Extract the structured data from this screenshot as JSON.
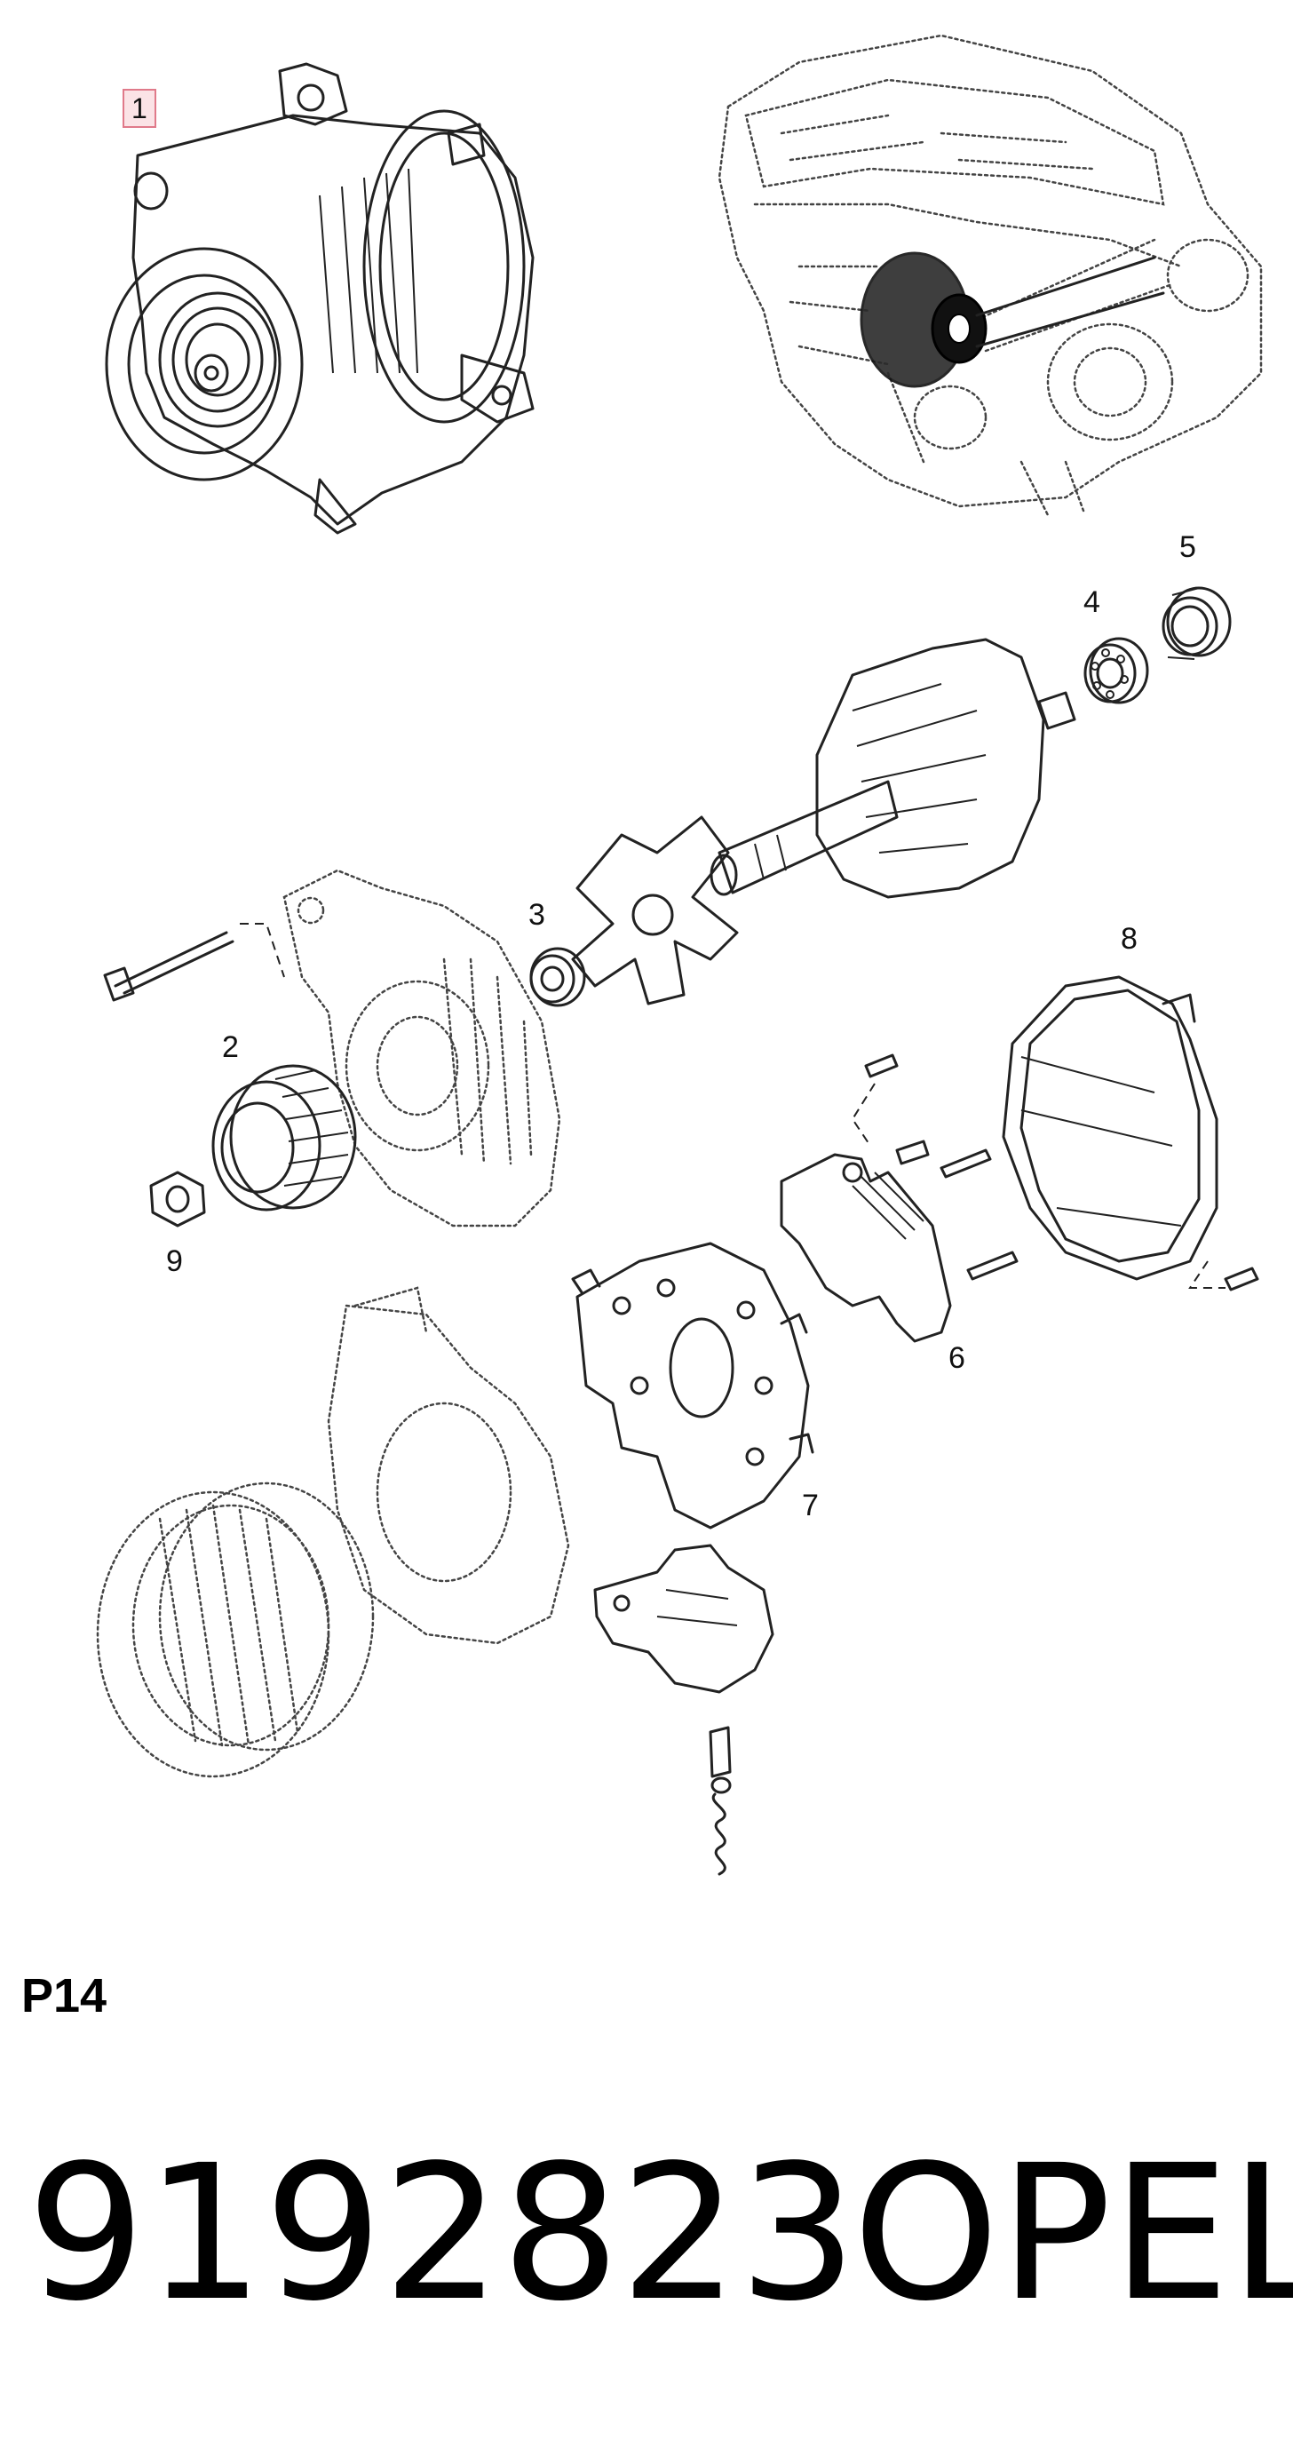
{
  "callouts": {
    "c1": "1",
    "c2": "2",
    "c3": "3",
    "c4": "4",
    "c5": "5",
    "c6": "6",
    "c7": "7",
    "c8": "8",
    "c9": "9"
  },
  "footer": {
    "diagram_code": "P14",
    "part_number": "9192823",
    "brand": "OPEL"
  }
}
